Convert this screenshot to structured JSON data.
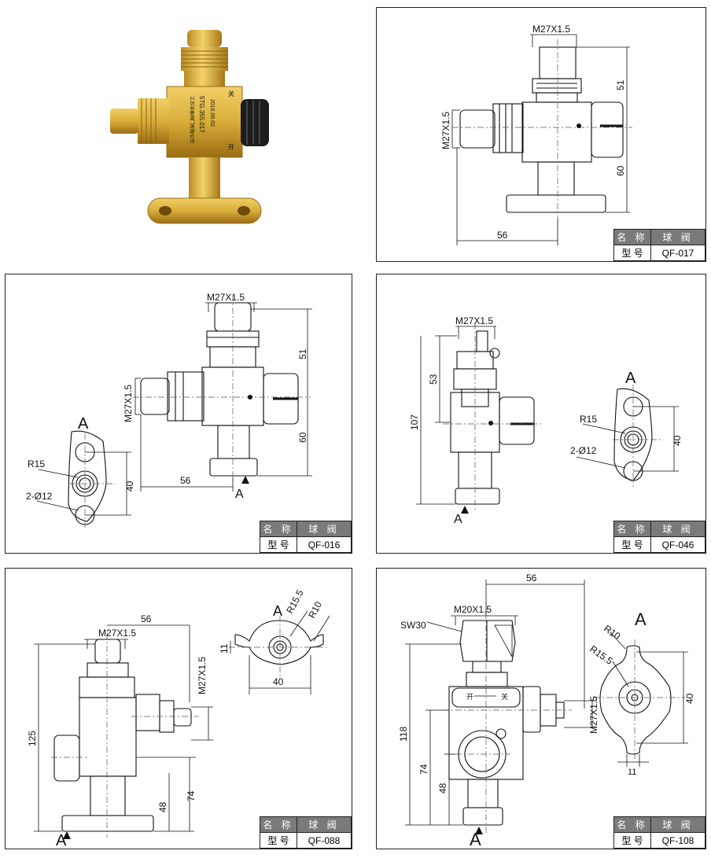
{
  "title_block": {
    "name_label": "名 称",
    "name_value": "球 阀",
    "model_label": "型 号"
  },
  "photo": {
    "marking_model": "5TG.355.017",
    "marking_date": "2016.06.02",
    "marking_maker": "江苏泽泰阀门有限公司",
    "marking_close": "关",
    "marking_open": "开"
  },
  "drawings": [
    {
      "model": "QF-017",
      "dims": {
        "top_thread": "M27X1.5",
        "side_thread": "M27X1.5",
        "upper_h": "51",
        "lower_h": "60",
        "width": "56"
      }
    },
    {
      "model": "QF-016",
      "dims": {
        "top_thread": "M27X1.5",
        "side_thread": "M27X1.5",
        "upper_h": "51",
        "lower_h": "60",
        "width": "56",
        "view": "A",
        "radius": "R15",
        "holes": "2-Ø12",
        "pitch": "40",
        "arrow": "A"
      }
    },
    {
      "model": "QF-046",
      "dims": {
        "top_thread": "M27X1.5",
        "upper_h": "53",
        "total_h": "107",
        "view": "A",
        "radius": "R15",
        "holes": "2-Ø12",
        "pitch": "40",
        "arrow": "A"
      }
    },
    {
      "model": "QF-088",
      "dims": {
        "top_thread": "M27X1.5",
        "side_thread": "M27X1.5",
        "width": "56",
        "total_h": "125",
        "h74": "74",
        "h48": "48",
        "view": "A",
        "r1": "R15.5",
        "r2": "R10",
        "slot": "11",
        "pitch": "40",
        "arrow": "A"
      }
    },
    {
      "model": "QF-108",
      "dims": {
        "top_thread": "M20X1.5",
        "side_thread": "M27X1.5",
        "hex": "SW30",
        "width": "56",
        "total_h": "118",
        "h74": "74",
        "h48": "48",
        "view": "A",
        "r1": "R10",
        "r2": "R15.5",
        "pitch": "40",
        "slot": "11",
        "arrow": "A",
        "label_open": "开",
        "label_close": "关"
      }
    }
  ]
}
